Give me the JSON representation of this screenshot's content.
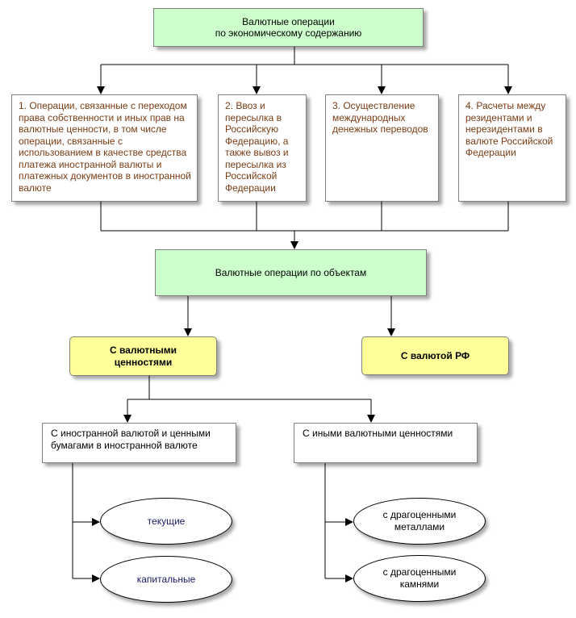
{
  "top": {
    "line1": "Валютные операции",
    "line2": "по экономическому содержанию"
  },
  "categories": [
    {
      "text": "1. Операции, связанные с переходом права собственности и иных прав на валютные ценности, в том числе операции, связанные с использованием в качестве средства платежа иностранной валюты и платежных документов в иностранной валюте"
    },
    {
      "text": "2. Ввоз и пересылка в Российскую Федерацию, а также вывоз и пересылка из Российской Федерации"
    },
    {
      "text": "3. Осуществление международных денежных переводов"
    },
    {
      "text": "4. Расчеты между резидентами и нерезидентами в валюте Российской Федерации"
    }
  ],
  "middle": {
    "text": "Валютные операции по объектам"
  },
  "objects": {
    "valuables": {
      "line1": "С валютными",
      "line2": "ценностями"
    },
    "rub": {
      "text": "С валютой РФ"
    }
  },
  "subgroups": {
    "foreign": {
      "line1": "С иностранной валютой и ценными",
      "line2": "бумагами в иностранной валюте"
    },
    "other": {
      "text": "С иными валютными ценностями"
    }
  },
  "leaves": {
    "current": "текущие",
    "capital": "капитальные",
    "metals": {
      "line1": "с драгоценными",
      "line2": "металлами"
    },
    "stones": {
      "line1": "с драгоценными",
      "line2": "камнями"
    }
  },
  "colors": {
    "green_box": "#ccffcc",
    "yellow_box": "#ffff99",
    "category_text": "#7a3c14",
    "leaf_text": "#1a1a66",
    "connector": "#000000"
  }
}
